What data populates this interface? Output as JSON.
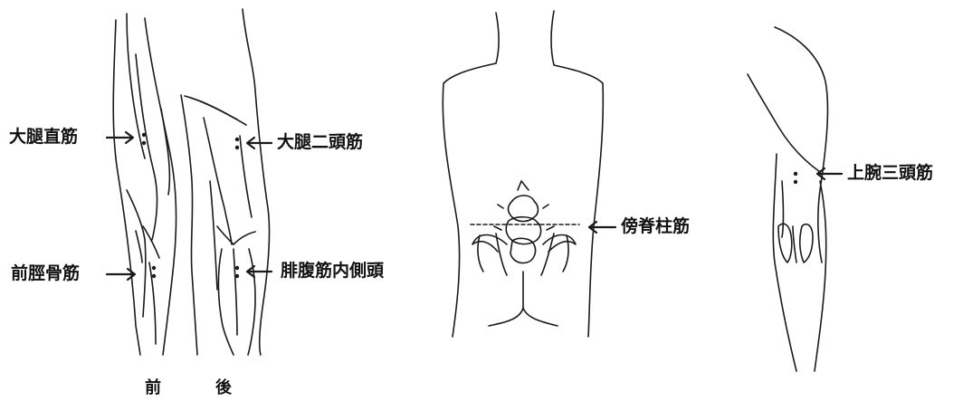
{
  "labels": {
    "rectus_femoris": "大腿直筋",
    "biceps_femoris": "大腿二頭筋",
    "tibialis_anterior": "前脛骨筋",
    "gastrocnemius_medial": "腓腹筋内側頭",
    "erector_spinae": "傍脊柱筋",
    "triceps_brachii": "上腕三頭筋"
  },
  "captions": {
    "front": "前",
    "back": "後"
  },
  "colors": {
    "line": "#1a1a1a",
    "text": "#111111",
    "background": "#ffffff"
  }
}
